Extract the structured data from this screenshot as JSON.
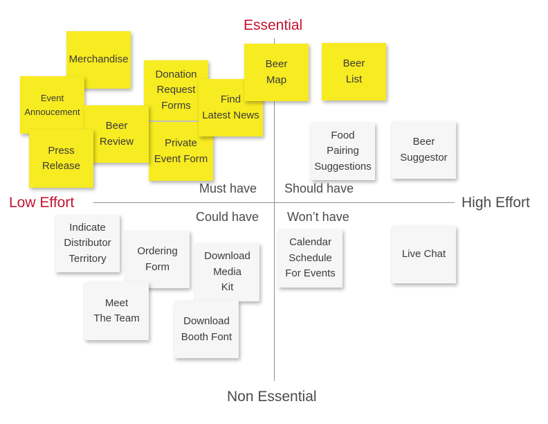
{
  "axes": {
    "top": "Essential",
    "bottom": "Non Essential",
    "left": "Low Effort",
    "right": "High Effort"
  },
  "quadrants": {
    "top_left": "Must have",
    "top_right": "Should have",
    "bottom_left": "Could have",
    "bottom_right": "Won’t have"
  },
  "colors": {
    "accent": "#c4122f",
    "sticky_yellow": "#f7eb21",
    "sticky_white": "#f6f6f6",
    "text": "#4a4a4a"
  },
  "notes": {
    "merchandise": "Merchandise",
    "event_announcement": "Event\nAnnoucement",
    "donation_request_forms": "Donation\nRequest\nForms",
    "find_latest_news": "Find\nLatest News",
    "beer_map": "Beer\nMap",
    "beer_list": "Beer\nList",
    "beer_review": "Beer\nReview",
    "press_release": "Press\nRelease",
    "private_event_form": "Private\nEvent Form",
    "food_pairing_suggestions": "Food\nPairing\nSuggestions",
    "beer_suggestor": "Beer\nSuggestor",
    "indicate_distributor_territory": "Indicate\nDistributor\nTerritory",
    "ordering_form": "Ordering\nForm",
    "download_media_kit": "Download\nMedia\nKit",
    "meet_the_team": "Meet\nThe Team",
    "download_booth_font": "Download\nBooth Font",
    "calendar_schedule_for_events": "Calendar\nSchedule\nFor Events",
    "live_chat": "Live Chat"
  }
}
